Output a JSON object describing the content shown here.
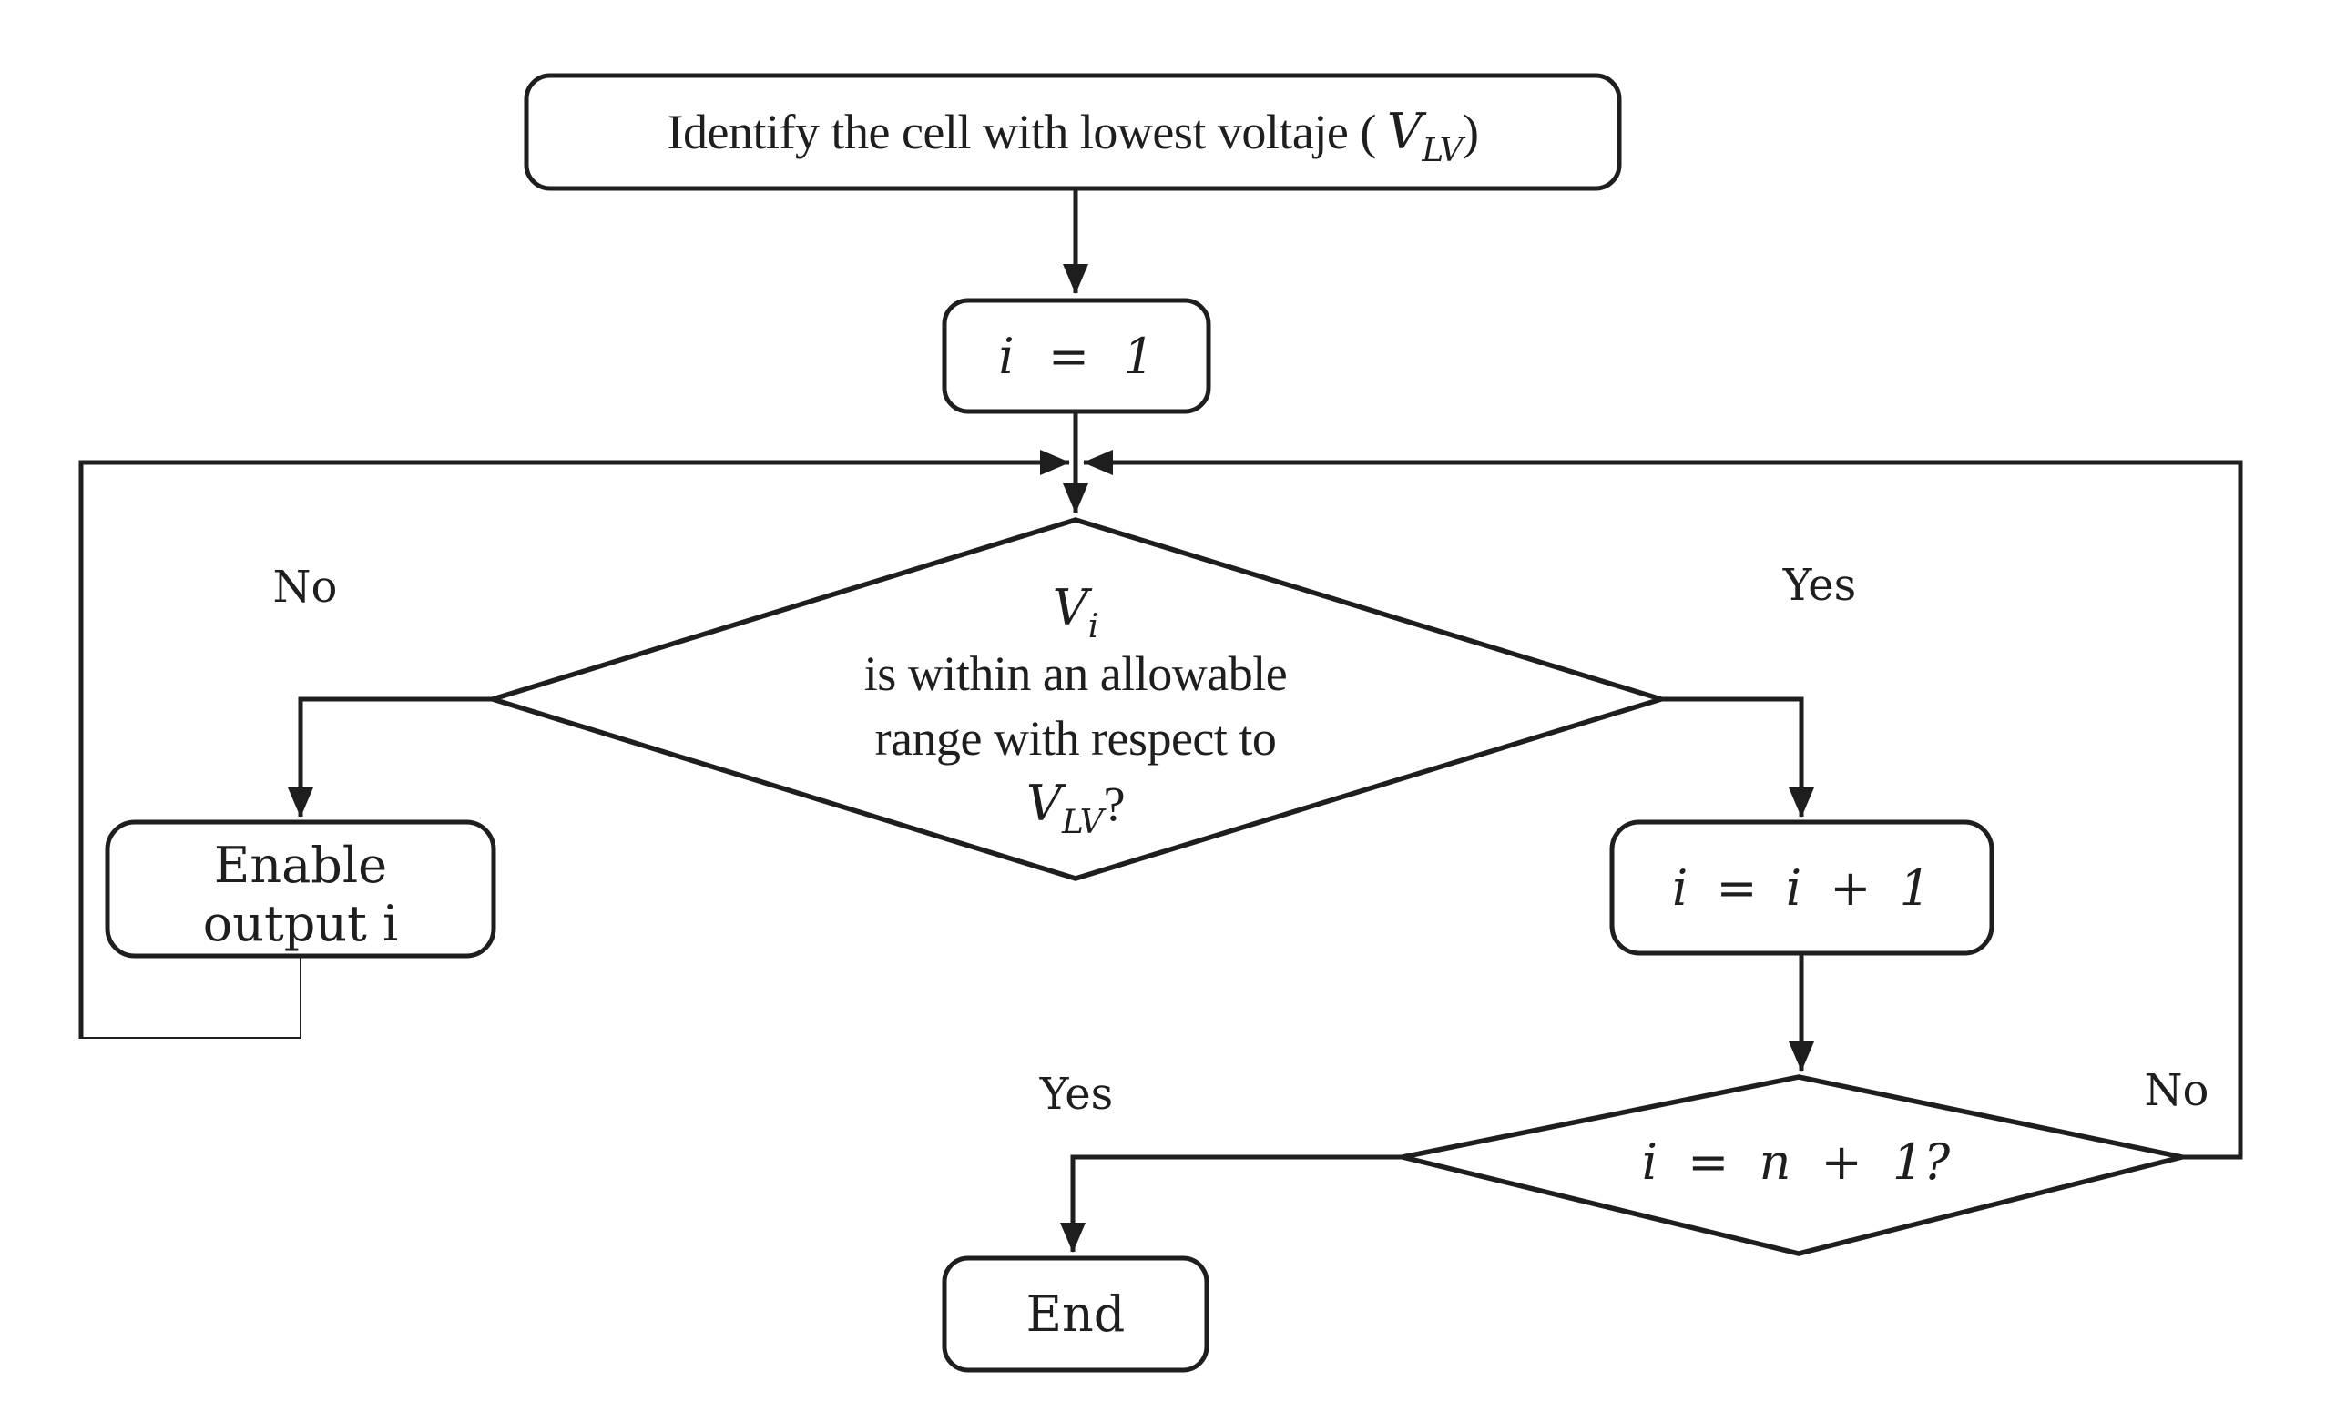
{
  "flowchart": {
    "start": {
      "prefix": "Identify the cell with lowest voltaje (",
      "v": "V",
      "v_sub": "LV",
      "suffix": ")"
    },
    "init": {
      "label": "i = 1"
    },
    "decision_voltage": {
      "v": "V",
      "v_sub": "i",
      "line2": "is within an allowable",
      "line3": "range with respect to",
      "v2": "V",
      "v2_sub": "LV",
      "q": "?"
    },
    "enable": {
      "line1": "Enable",
      "line2": "output i"
    },
    "increment": {
      "label": "i = i + 1"
    },
    "decision_count": {
      "label": "i = n + 1?"
    },
    "end": {
      "label": "End"
    },
    "labels": {
      "no_upper": "No",
      "yes_upper": "Yes",
      "yes_lower": "Yes",
      "no_lower": "No"
    },
    "colors": {
      "ink": "#1e1e1e",
      "background": "#ffffff"
    }
  }
}
